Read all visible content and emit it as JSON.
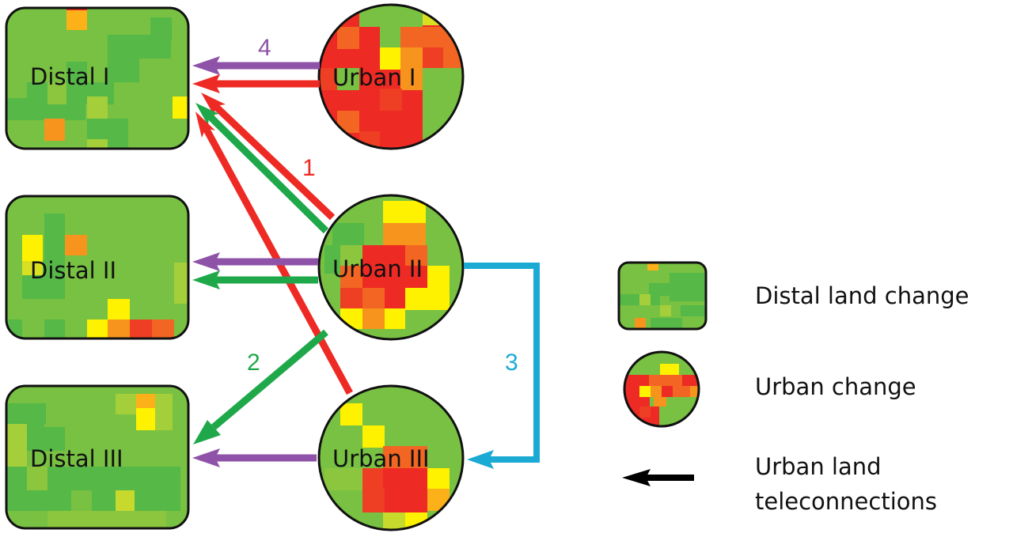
{
  "colors": {
    "red": "#ee2a24",
    "green": "#1fa84a",
    "purple": "#8e52a8",
    "cyan": "#1aaad4",
    "land_green": "#78c142",
    "land_dark": "#55b847",
    "land_light": "#a5cf3a",
    "yellow": "#fff200",
    "orange": "#f7941d",
    "deep_orange": "#f26522",
    "black": "#000000"
  },
  "nodes": {
    "distal_1": "Distal I",
    "distal_2": "Distal II",
    "distal_3": "Distal III",
    "urban_1": "Urban I",
    "urban_2": "Urban II",
    "urban_3": "Urban III"
  },
  "pathway_labels": {
    "p1": "1",
    "p2": "2",
    "p3": "3",
    "p4": "4"
  },
  "legend": {
    "distal": "Distal land change",
    "urban": "Urban change",
    "arrow_line1": "Urban land",
    "arrow_line2": "teleconnections"
  }
}
